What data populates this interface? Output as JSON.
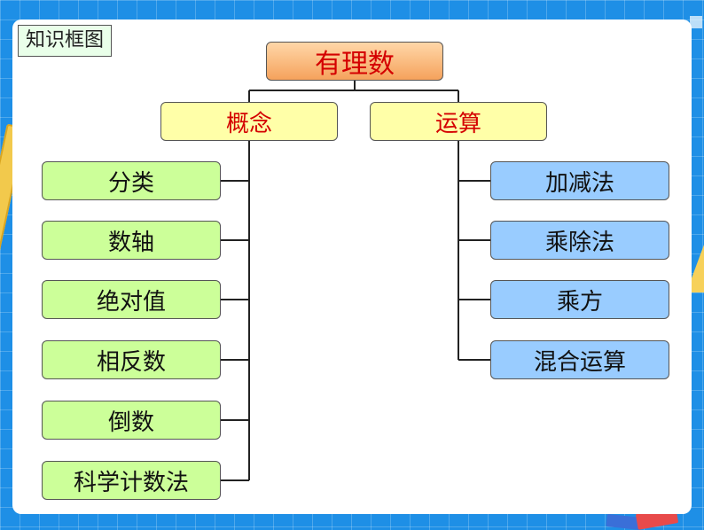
{
  "heading": "知识框图",
  "root": {
    "label": "有理数"
  },
  "branches": [
    {
      "label": "概念",
      "items": [
        "分类",
        "数轴",
        "绝对值",
        "相反数",
        "倒数",
        "科学计数法"
      ]
    },
    {
      "label": "运算",
      "items": [
        "加减法",
        "乘除法",
        "乘方",
        "混合运算"
      ]
    }
  ],
  "colors": {
    "root_fill": "#f5a25c",
    "branch_fill": "#ffffa8",
    "branch_text": "#d40000",
    "concept_leaf_fill": "#ccff99",
    "operation_leaf_fill": "#99ccff",
    "background": "#1e8fe6"
  }
}
